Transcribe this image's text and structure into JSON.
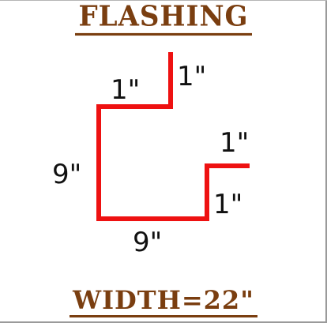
{
  "title": "FLASHING",
  "footer": "WIDTH=22\"",
  "dimensions": {
    "top_vertical": "1\"",
    "top_horizontal": "1\"",
    "left_vertical": "9\"",
    "bottom_horizontal": "9\"",
    "right_vertical": "1\"",
    "right_horizontal": "1\""
  },
  "colors": {
    "profile_line": "#ee1111",
    "title_text": "#7a3e10",
    "dimension_text": "#111111"
  }
}
